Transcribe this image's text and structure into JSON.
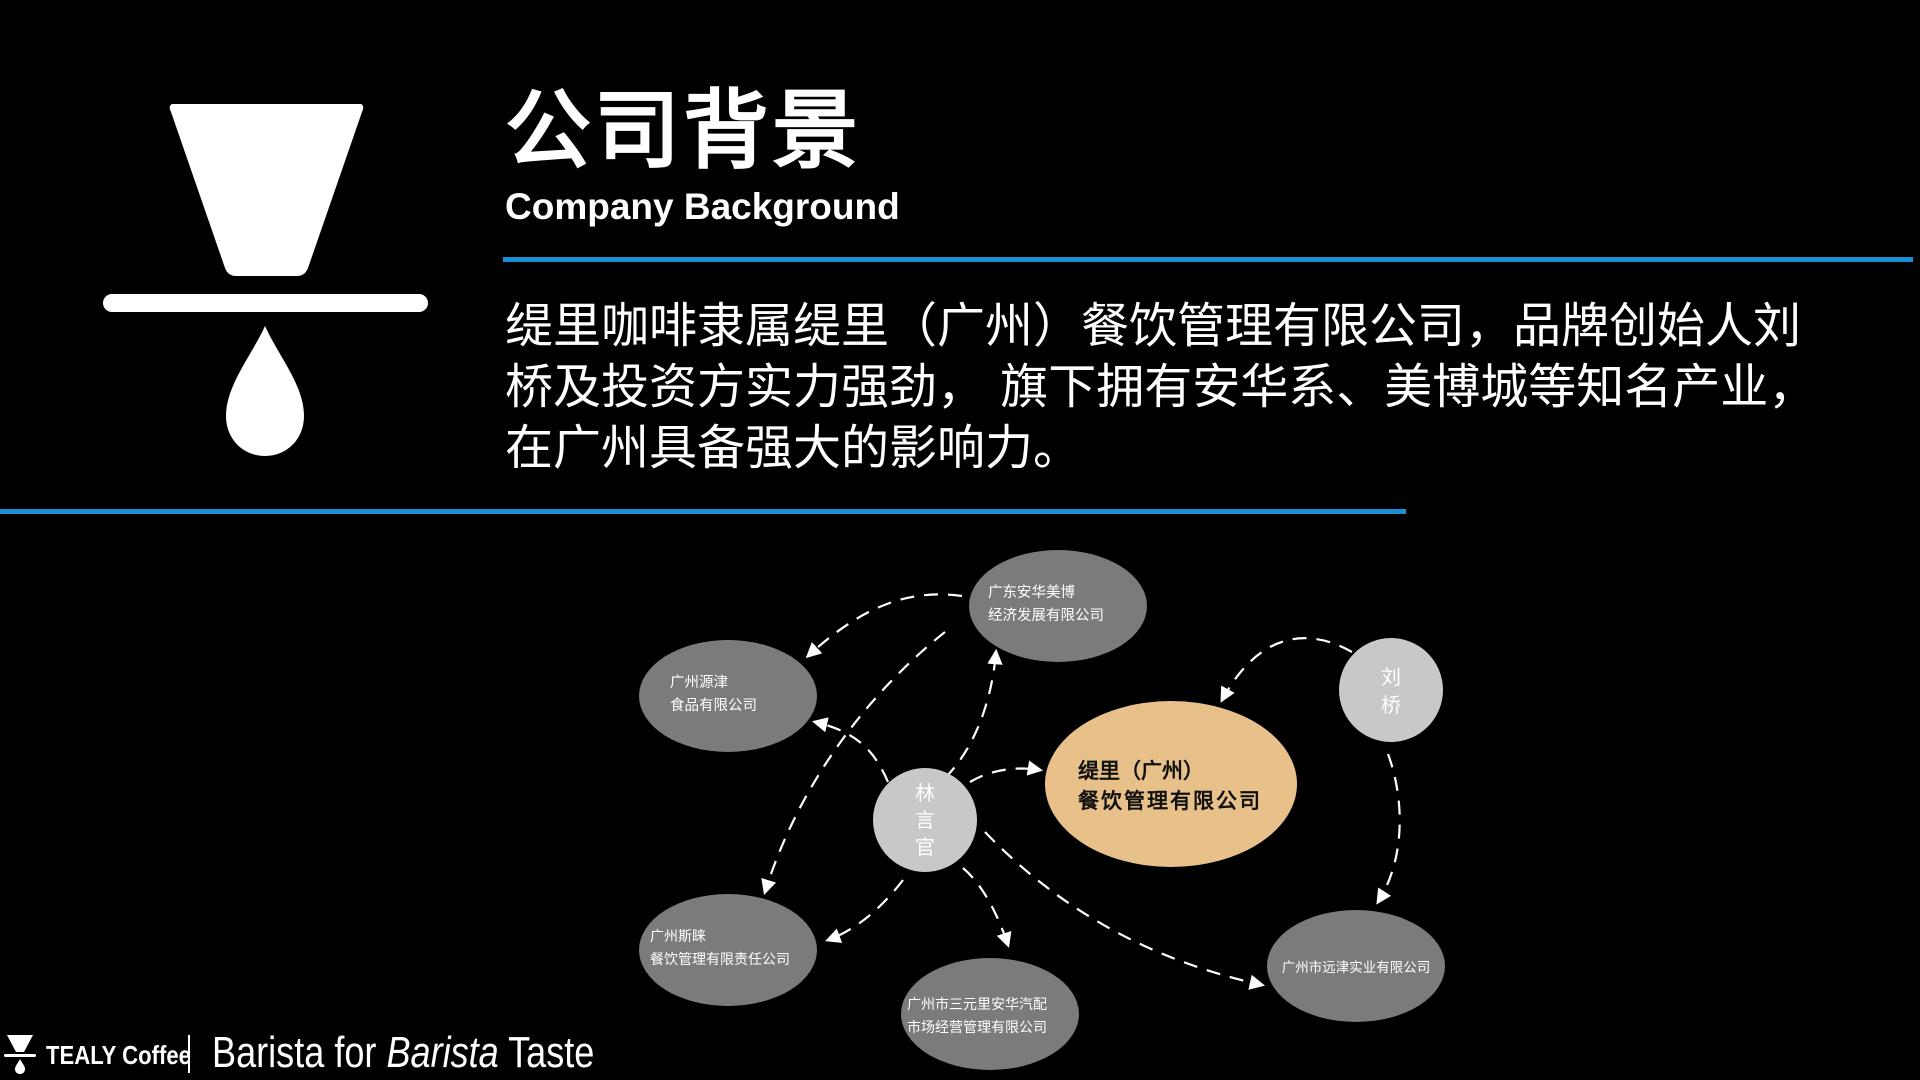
{
  "slide": {
    "title_zh": "公司背景",
    "title_en": "Company Background",
    "description_lines": [
      "缇里咖啡隶属缇里（广州）餐饮管理有限公司，品牌创始人刘",
      "桥及投资方实力强劲， 旗下拥有安华系、美博城等知名产业，",
      "在广州具备强大的影响力。"
    ]
  },
  "diagram": {
    "center": [
      "缇里（广州）",
      "餐饮管理有限公司"
    ],
    "people": [
      {
        "id": "lin",
        "label": [
          "林",
          "言",
          "官"
        ]
      },
      {
        "id": "liu",
        "label": [
          "刘",
          "桥"
        ]
      }
    ],
    "companies": [
      {
        "id": "guangdong",
        "label": [
          "广东安华美博",
          "经济发展有限公司"
        ]
      },
      {
        "id": "yuanjin",
        "label": [
          "广州源津",
          "食品有限公司"
        ]
      },
      {
        "id": "sixiao",
        "label": [
          "广州斯睐",
          "餐饮管理有限责任公司"
        ]
      },
      {
        "id": "sanyuanli",
        "label": [
          "广州市三元里安华汽配",
          "市场经营管理有限公司"
        ]
      },
      {
        "id": "yuanjin2",
        "label": [
          "广州市远津实业有限公司"
        ]
      }
    ]
  },
  "footer": {
    "brand": "TEALY Coffee",
    "tagline_part1": "Barista for ",
    "tagline_italic": "Barista",
    "tagline_part2": " Taste"
  },
  "colors": {
    "background": "#000000",
    "accent": "#1a8fd6",
    "text": "#ffffff",
    "center_node": "#e7c189",
    "person_node": "#c8c8c8",
    "company_node": "#7b7b7b"
  },
  "icons": {
    "logo": "coffee-dripper-icon",
    "footer_logo": "coffee-dripper-icon"
  }
}
